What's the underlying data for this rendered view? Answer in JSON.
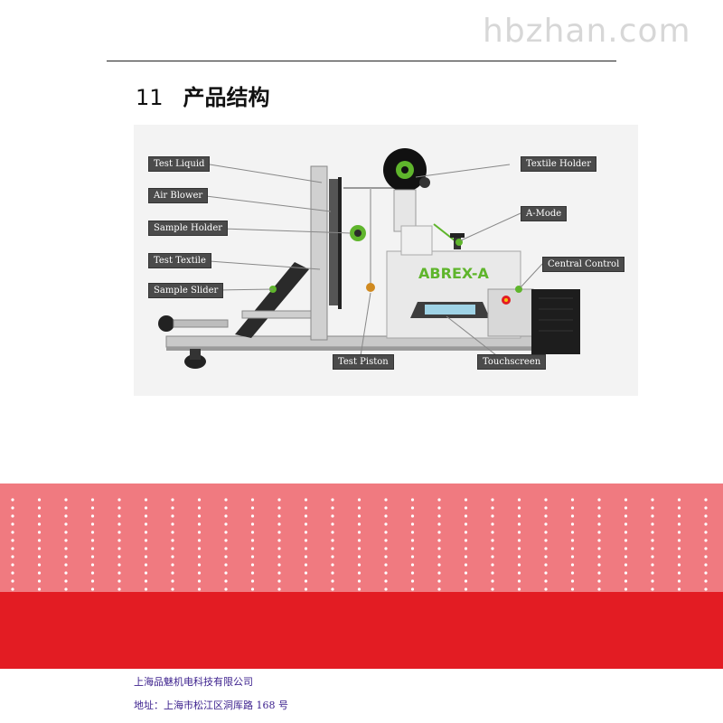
{
  "watermark": "hbzhan.com",
  "section": {
    "number": "11",
    "title": "产品结构"
  },
  "figure": {
    "brand_label": "ABREX-A",
    "callouts": {
      "test_liquid": "Test Liquid",
      "air_blower": "Air Blower",
      "sample_holder": "Sample Holder",
      "test_textile": "Test Textile",
      "sample_slider": "Sample Slider",
      "test_piston": "Test Piston",
      "textile_holder": "Textile Holder",
      "a_mode": "A-Mode",
      "central_control": "Central Control",
      "touchscreen": "Touchscreen"
    }
  },
  "footer": {
    "company": "上海品魅机电科技有限公司",
    "address": "地址：上海市松江区洞厍路 168 号"
  },
  "colors": {
    "band_light": "#f07a80",
    "band_dark": "#e31c23",
    "accent_green": "#5fb52c",
    "footer_text": "#3a1e8c"
  }
}
